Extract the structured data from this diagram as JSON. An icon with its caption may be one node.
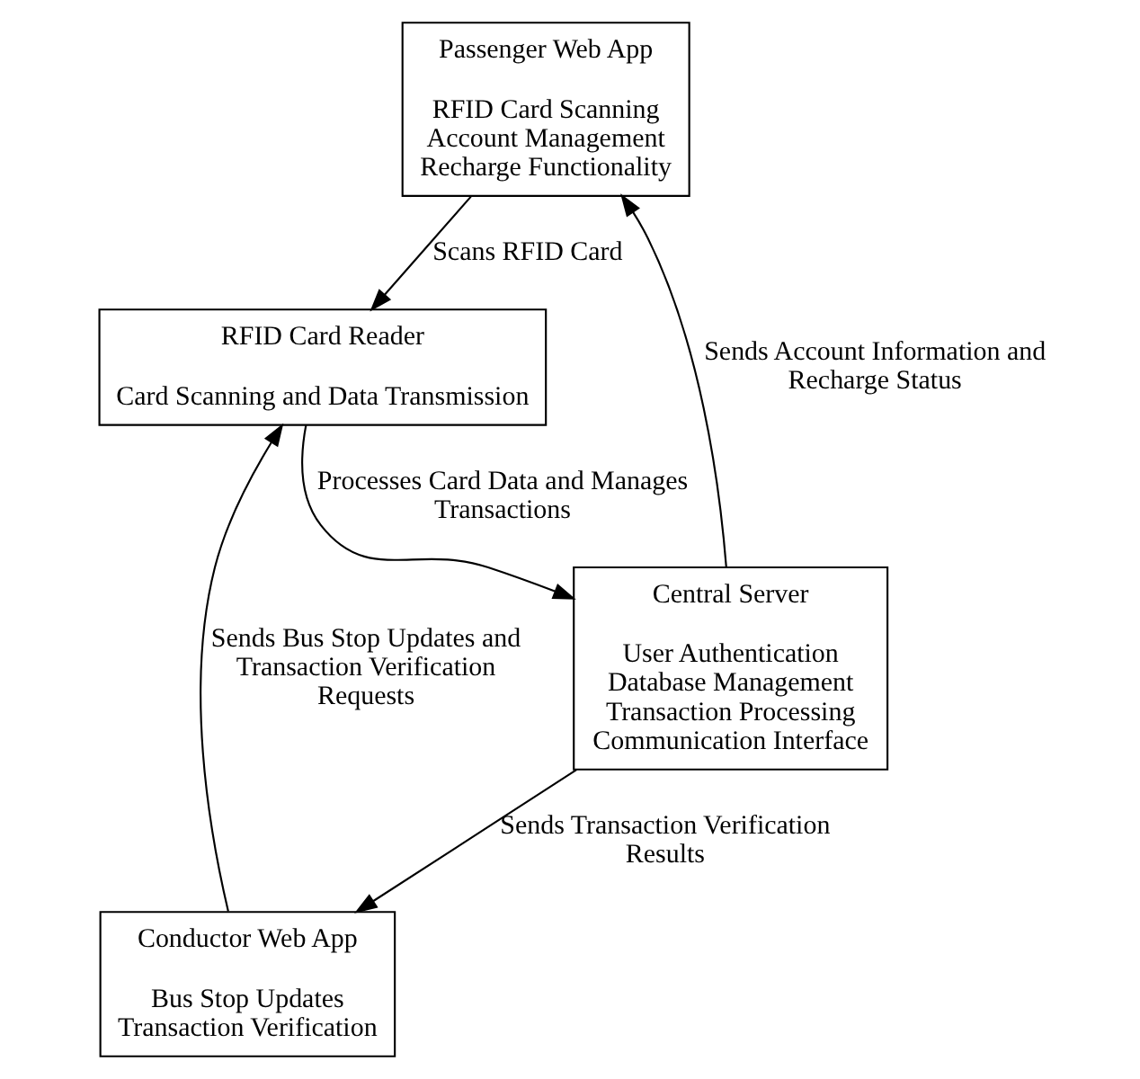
{
  "diagram": {
    "nodes": [
      {
        "text": [
          "Passenger Web App",
          "RFID Card Scanning",
          "Account Management",
          "Recharge Functionality"
        ]
      },
      {
        "text": [
          "RFID Card Reader",
          "Card Scanning and Data Transmission"
        ]
      },
      {
        "text": [
          "Central Server",
          "User Authentication",
          "Database Management",
          "Transaction Processing",
          "Communication Interface"
        ]
      },
      {
        "text": [
          "Conductor Web App",
          "Bus Stop Updates",
          "Transaction Verification"
        ]
      }
    ],
    "edges": [
      {
        "from": 0,
        "to": 1,
        "arrow": "to",
        "label": "Scans RFID Card"
      },
      {
        "from": 1,
        "to": 2,
        "arrow": "to",
        "label": "Processes Card Data and Manages Transactions"
      },
      {
        "from": 2,
        "to": 0,
        "arrow": "to",
        "label": "Sends Account Information and Recharge Status"
      },
      {
        "from": 2,
        "to": 3,
        "arrow": "to",
        "label": "Sends Transaction Verification Results"
      },
      {
        "from": 3,
        "to": 1,
        "arrow": "to",
        "label": "Sends Bus Stop Updates and Transaction Verification Requests"
      }
    ]
  }
}
